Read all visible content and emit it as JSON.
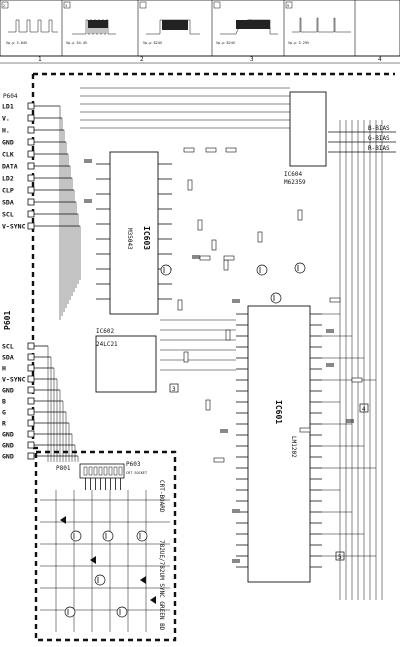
{
  "waveforms": [
    {
      "num": "2",
      "label": "Vp-p 3.84V"
    },
    {
      "num": "3",
      "label": "Vp-p 54.4V"
    },
    {
      "num": "",
      "label": "Vp-p 824V"
    },
    {
      "num": "",
      "label": "Vp-p 824V"
    },
    {
      "num": "9",
      "label": "Vp-p 3.29V"
    }
  ],
  "grid_numbers": [
    "1",
    "2",
    "3",
    "4"
  ],
  "p604": {
    "name": "P604",
    "pins": [
      "LD1",
      "V.",
      "H.",
      "GND",
      "CLK",
      "DATA",
      "LD2",
      "CLP",
      "SDA",
      "SCL",
      "V-SYNC"
    ]
  },
  "p601": {
    "name": "P601",
    "pins": [
      "SCL",
      "SDA",
      "H",
      "V-SYNC",
      "GND",
      "B",
      "G",
      "R",
      "GND",
      "GND",
      "GND"
    ]
  },
  "ics": {
    "ic603": {
      "name": "IC603",
      "part": "M35043"
    },
    "ic602": {
      "name": "IC602",
      "part": "24LC21"
    },
    "ic604": {
      "name": "IC604",
      "part": "M62359"
    },
    "ic601": {
      "name": "IC601",
      "part": "LM1202"
    }
  },
  "bias_labels": [
    "B-BIAS",
    "G-BIAS",
    "R-BIAS"
  ],
  "connectors": {
    "p801": "P801",
    "p603": "P603",
    "p603_sub": "CRT SOCKET"
  },
  "board_labels": [
    "CRT-BOARD",
    "782UE/782UM SYNC GREEN BD"
  ],
  "markers": [
    "3",
    "4",
    "5"
  ]
}
